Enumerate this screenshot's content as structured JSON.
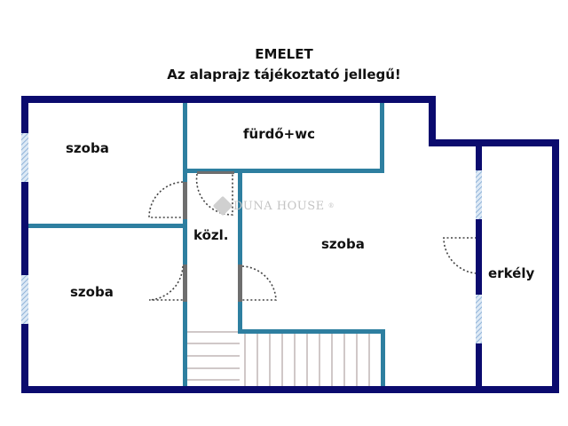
{
  "header": {
    "title": "EMELET",
    "subtitle": "Az alaprajz tájékoztató jellegű!"
  },
  "rooms": [
    {
      "id": "szoba-top-left",
      "label": "szoba"
    },
    {
      "id": "szoba-bottom-left",
      "label": "szoba"
    },
    {
      "id": "furdo-wc",
      "label": "fürdő+wc"
    },
    {
      "id": "kozl",
      "label": "közl."
    },
    {
      "id": "szoba-main",
      "label": "szoba"
    },
    {
      "id": "erkely",
      "label": "erkély"
    }
  ],
  "watermark": {
    "text": "DUNA HOUSE",
    "mark": "®"
  },
  "colors": {
    "outer_wall": "#0b0b6e",
    "inner_wall": "#2e7fa0",
    "window": "#a9c8e6",
    "stairs": "#9a8a8a",
    "door_arc": "#444444"
  }
}
